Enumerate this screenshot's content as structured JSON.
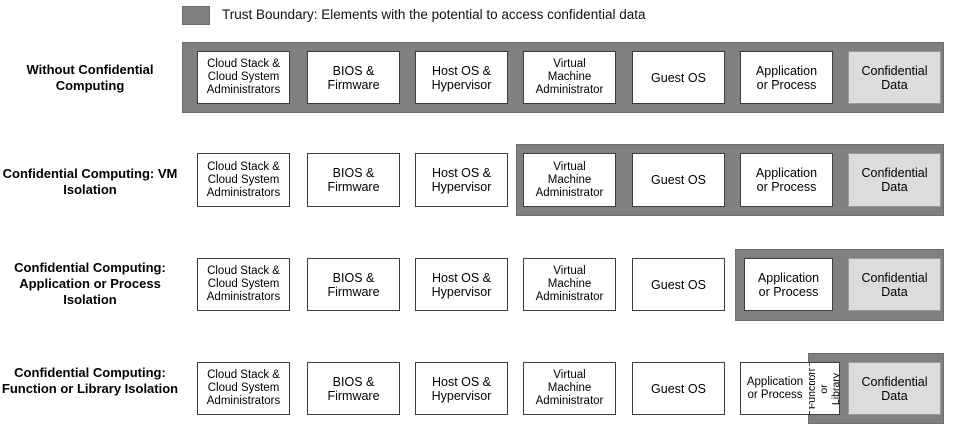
{
  "legend": {
    "swatch_color": "#808080",
    "text": "Trust Boundary: Elements with the potential to access confidential data"
  },
  "palette": {
    "trust_boundary": "#808080",
    "box_fill": "#ffffff",
    "box_border": "#3c3c3c",
    "confidential_fill": "#dcdcdc",
    "confidential_border": "#9a9a9a",
    "background": "#ffffff"
  },
  "columns": [
    "Cloud Stack &\nCloud System\nAdministrators",
    "BIOS &\nFirmware",
    "Host OS &\nHypervisor",
    "Virtual\nMachine\nAdministrator",
    "Guest OS",
    "Application\nor Process",
    "Confidential\nData"
  ],
  "rows": [
    {
      "label": "Without\nConfidential Computing",
      "boundary_starts_at_column": 1,
      "boundary_columns": [
        "Cloud Stack &\nCloud System\nAdministrators",
        "BIOS &\nFirmware",
        "Host OS &\nHypervisor",
        "Virtual\nMachine\nAdministrator",
        "Guest OS",
        "Application\nor Process",
        "Confidential\nData"
      ],
      "boxes": [
        "Cloud Stack &\nCloud System\nAdministrators",
        "BIOS &\nFirmware",
        "Host OS &\nHypervisor",
        "Virtual\nMachine\nAdministrator",
        "Guest OS",
        "Application\nor Process",
        "Confidential\nData"
      ]
    },
    {
      "label": "Confidential Computing:\nVM Isolation",
      "boundary_starts_at_column": 4,
      "boundary_columns": [
        "Virtual\nMachine\nAdministrator",
        "Guest OS",
        "Application\nor Process",
        "Confidential\nData"
      ],
      "boxes": [
        "Cloud Stack &\nCloud System\nAdministrators",
        "BIOS &\nFirmware",
        "Host OS &\nHypervisor",
        "Virtual\nMachine\nAdministrator",
        "Guest OS",
        "Application\nor Process",
        "Confidential\nData"
      ]
    },
    {
      "label": "Confidential Computing:\nApplication or Process\nIsolation",
      "boundary_starts_at_column": 6,
      "boundary_columns": [
        "Application\nor Process",
        "Confidential\nData"
      ],
      "boxes": [
        "Cloud Stack &\nCloud System\nAdministrators",
        "BIOS &\nFirmware",
        "Host OS &\nHypervisor",
        "Virtual\nMachine\nAdministrator",
        "Guest OS",
        "Application\nor Process",
        "Confidential\nData"
      ]
    },
    {
      "label": "Confidential Computing:\nFunction or Library\nIsolation",
      "boundary_starts_at_column": 6.5,
      "boundary_columns": [
        "Function\nor Library",
        "Confidential\nData"
      ],
      "boxes": [
        "Cloud Stack &\nCloud System\nAdministrators",
        "BIOS &\nFirmware",
        "Host OS &\nHypervisor",
        "Virtual\nMachine\nAdministrator",
        "Guest OS",
        "Application\nor Process",
        "Confidential\nData"
      ],
      "split_box": {
        "left_label": "Application\nor Process",
        "right_label": "Function\nor Library",
        "right_label_rotated": true
      }
    }
  ]
}
